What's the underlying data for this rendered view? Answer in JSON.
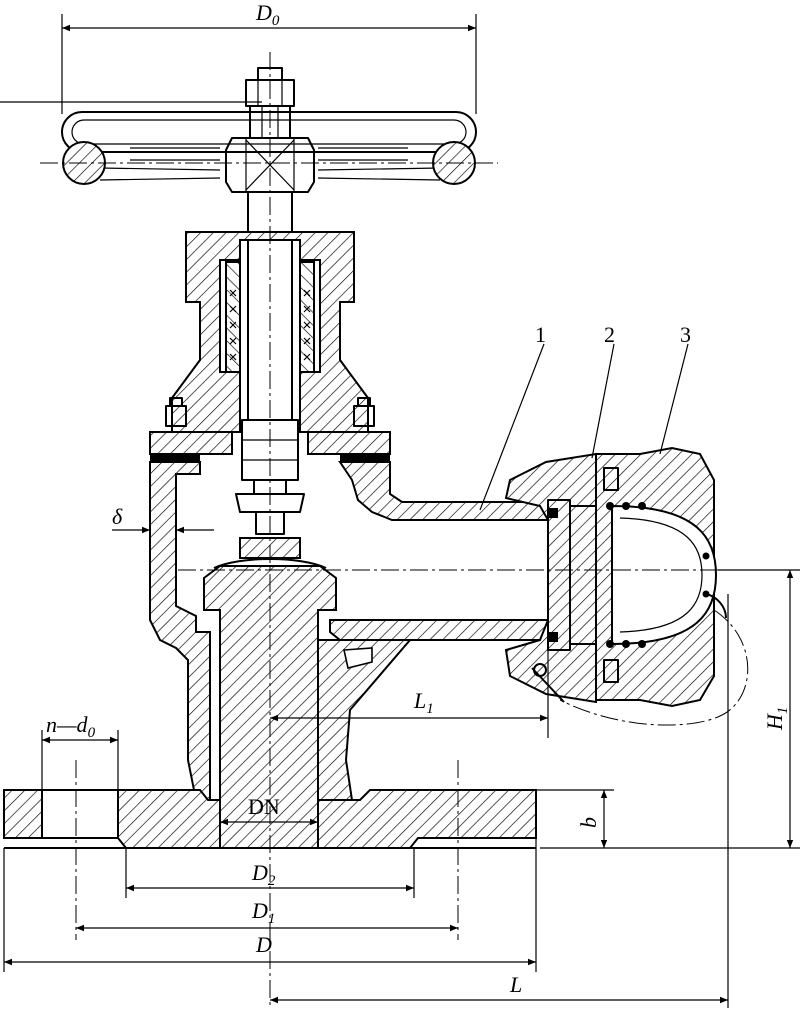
{
  "labels": {
    "D0": {
      "main": "D",
      "sub": "0"
    },
    "delta": "δ",
    "L1": {
      "main": "L",
      "sub": "1"
    },
    "H1": {
      "main": "H",
      "sub": "1"
    },
    "n_d0": {
      "main": "n—d",
      "sub": "0"
    },
    "DN": "DN",
    "b": "b",
    "D2": {
      "main": "D",
      "sub": "2"
    },
    "D1": {
      "main": "D",
      "sub": "1"
    },
    "D": "D",
    "L": "L"
  },
  "parts": [
    "1",
    "2",
    "3"
  ]
}
